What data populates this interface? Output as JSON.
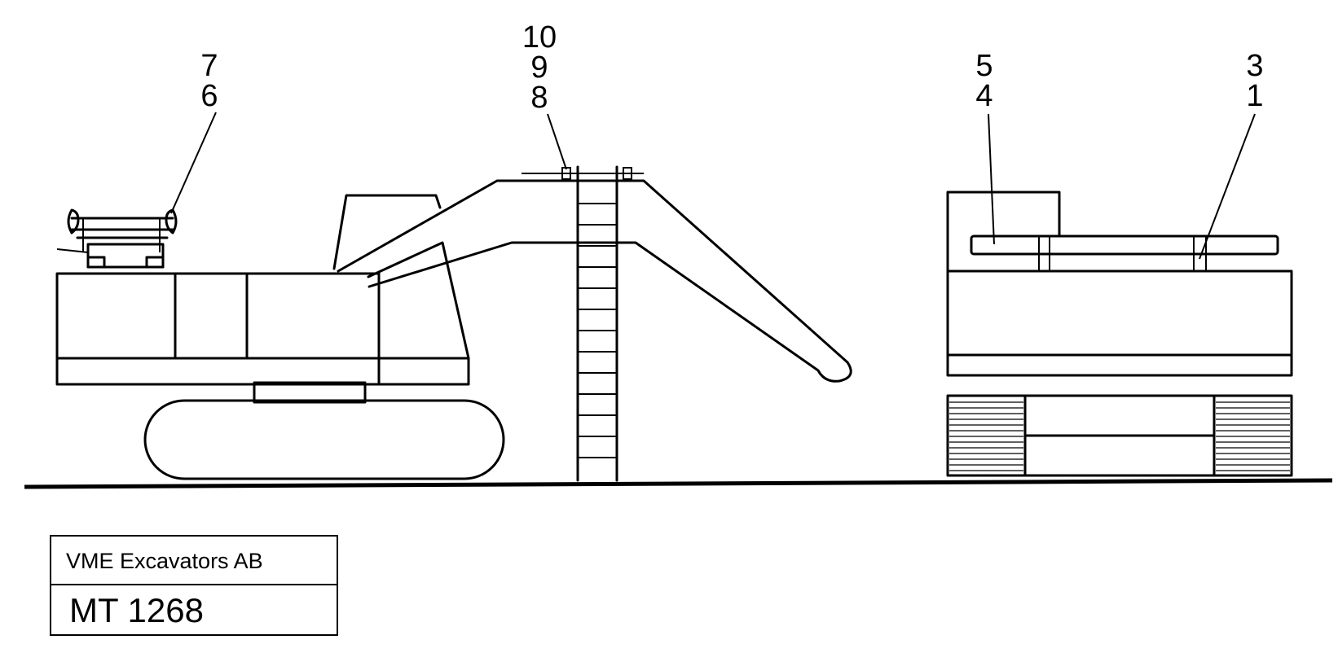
{
  "callouts": {
    "c7": "7",
    "c6": "6",
    "c10": "10",
    "c9": "9",
    "c8": "8",
    "c5": "5",
    "c4": "4",
    "c3": "3",
    "c1": "1"
  },
  "title_block": {
    "company": "VME Excavators AB",
    "drawing_number": "MT 1268"
  }
}
